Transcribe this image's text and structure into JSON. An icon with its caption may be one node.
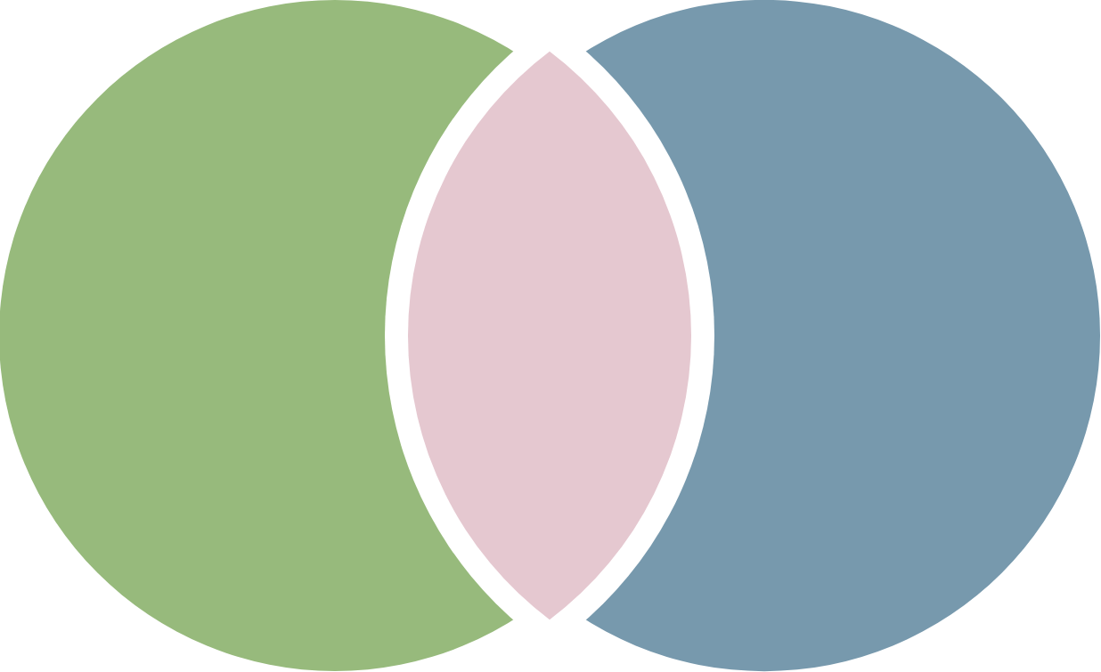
{
  "diagram": {
    "nodes": [
      {
        "text": [],
        "shape": "circle"
      },
      {
        "text": [],
        "shape": "lens"
      },
      {
        "text": [],
        "shape": "circle"
      }
    ]
  }
}
